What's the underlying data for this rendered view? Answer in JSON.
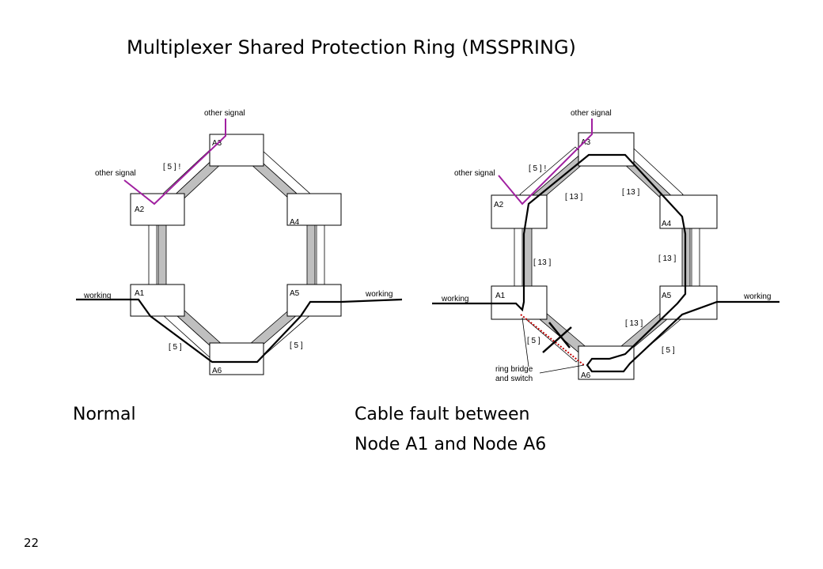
{
  "slide": {
    "title": "Multiplexer Shared Protection Ring (MSSPRING)",
    "caption_left": "Normal",
    "caption_right_line1": "Cable fault between",
    "caption_right_line2": "Node A1 and Node A6",
    "page_number": "22"
  },
  "diagram_left": {
    "nodes": [
      "A1",
      "A2",
      "A3",
      "A4",
      "A5",
      "A6"
    ],
    "labels": {
      "other_signal_top": "other signal",
      "other_signal_left": "other signal",
      "working_left": "working",
      "working_right": "working",
      "cap_a2a3": "[ 5 ] !",
      "cap_a1a6": "[ 5 ]",
      "cap_a5a6": "[ 5 ]"
    }
  },
  "diagram_right": {
    "nodes": [
      "A1",
      "A2",
      "A3",
      "A4",
      "A5",
      "A6"
    ],
    "labels": {
      "other_signal_top": "other signal",
      "other_signal_left": "other signal",
      "working_left": "working",
      "working_right": "working",
      "cap_a2a3": "[ 5 ] !",
      "cap_13_a2a3": "[ 13 ]",
      "cap_13_a3a4": "[ 13 ]",
      "cap_13_a1a2": "[ 13 ]",
      "cap_13_a4a5": "[ 13 ]",
      "cap_13_a5a6": "[ 13 ]",
      "cap_a1a6": "[ 5 ]",
      "cap_a5a6": "[ 5 ]",
      "bridge_line1": "ring bridge",
      "bridge_line2": "and switch"
    }
  },
  "colors": {
    "other_signal": "#a020a0",
    "fault_path": "#c00000",
    "working_path": "#000000",
    "protection_fill": "#bfbfbf"
  }
}
